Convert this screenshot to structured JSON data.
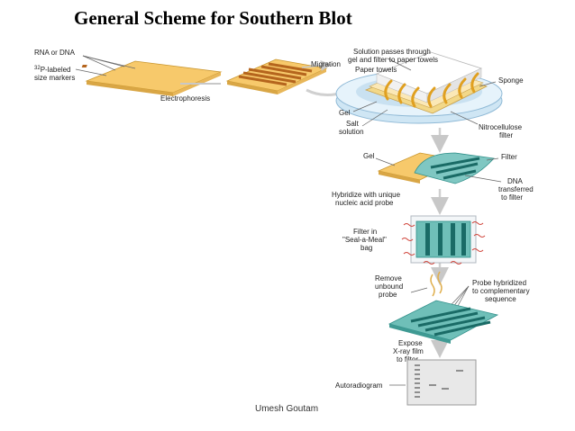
{
  "title": "General Scheme for Southern Blot",
  "footer": "Umesh Goutam",
  "labels": {
    "rna_or_dna": "RNA or DNA",
    "p_labeled_sup": "32",
    "p_labeled_1": "P-labeled",
    "p_labeled_2": "size markers",
    "electrophoresis": "Electrophoresis",
    "migration": "Migration",
    "solution_1": "Solution passes through",
    "solution_2": "gel and filter to paper towels",
    "paper_towels": "Paper towels",
    "sponge": "Sponge",
    "gel": "Gel",
    "salt_1": "Salt",
    "salt_2": "solution",
    "nitro_1": "Nitrocellulose",
    "nitro_2": "filter",
    "gel2": "Gel",
    "filter": "Filter",
    "dna_1": "DNA",
    "dna_2": "transferred",
    "dna_3": "to filter",
    "hybridize_1": "Hybridize with unique",
    "hybridize_2": "nucleic acid probe",
    "bag_1": "Filter in",
    "bag_2": "\"Seal-a-Meal\"",
    "bag_3": "bag",
    "remove_1": "Remove",
    "remove_2": "unbound",
    "remove_3": "probe",
    "probe_1": "Probe hybridized",
    "probe_2": "to complementary",
    "probe_3": "sequence",
    "expose_1": "Expose",
    "expose_2": "X-ray film",
    "expose_3": "to filter",
    "autoradiogram": "Autoradiogram"
  }
}
